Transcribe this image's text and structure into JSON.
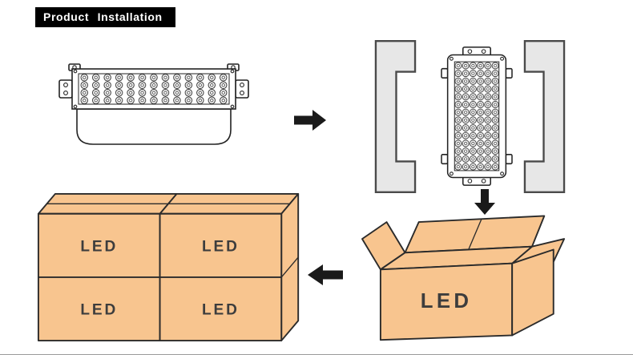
{
  "header": {
    "title": "Product Installation"
  },
  "illustrations": {
    "flood_light": "led-flood-light",
    "packed_light": "led-flood-light-in-foam-protectors",
    "open_carton": {
      "label": "LED"
    },
    "stacked_cartons": {
      "labels": [
        "LED",
        "LED",
        "LED",
        "LED"
      ]
    }
  },
  "icons": {
    "flow_arrows": [
      "arrow-right-icon",
      "arrow-down-icon",
      "arrow-left-icon"
    ]
  },
  "colors": {
    "carton_fill": "#F8C58F",
    "carton_outline": "#2B2B2B",
    "foam_fill": "#E7E7E7",
    "foam_outline": "#4A4A4A",
    "line_art": "#222222",
    "arrow": "#1A1A1A",
    "banner_background": "#000000",
    "banner_text": "#FFFFFF",
    "led_label": "#3D3D3D"
  }
}
